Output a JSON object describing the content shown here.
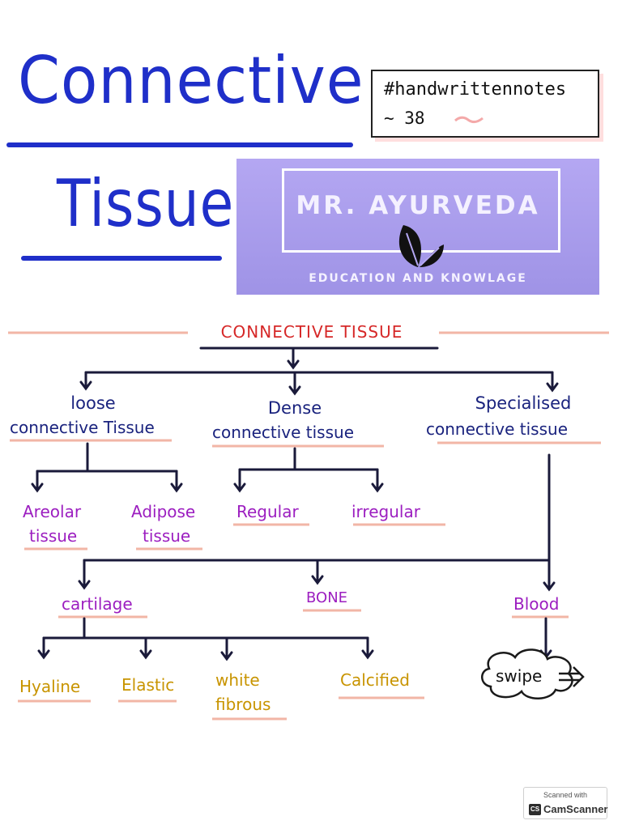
{
  "header": {
    "title_line1": "Connective",
    "title_line2": "Tissue",
    "hashtag": "#handwrittennotes",
    "page_number": "~ 38"
  },
  "logo": {
    "name": "MR. AYURVEDA",
    "tagline": "EDUCATION AND KNOWLAGE"
  },
  "diagram": {
    "root": "CONNECTIVE TISSUE",
    "branches": {
      "loose": {
        "line1": "loose",
        "line2": "connective Tissue"
      },
      "dense": {
        "line1": "Dense",
        "line2": "connective tissue"
      },
      "specialised": {
        "line1": "Specialised",
        "line2": "connective tissue"
      }
    },
    "loose_children": {
      "areolar": {
        "line1": "Areolar",
        "line2": "tissue"
      },
      "adipose": {
        "line1": "Adipose",
        "line2": "tissue"
      }
    },
    "dense_children": {
      "regular": "Regular",
      "irregular": "irregular"
    },
    "specialised_children": {
      "cartilage": "cartilage",
      "bone": "BONE",
      "blood": "Blood"
    },
    "cartilage_children": {
      "hyaline": "Hyaline",
      "elastic": "Elastic",
      "white_fibrous": {
        "line1": "white",
        "line2": "fibrous"
      },
      "calcified": "Calcified"
    },
    "swipe": "swipe"
  },
  "watermark": {
    "scanned_with": "Scanned with",
    "badge": "CS",
    "app": "CamScanner"
  },
  "colors": {
    "title_blue": "#1f2fc9",
    "navy": "#1a237e",
    "purple": "#9c1ec0",
    "gold": "#c89400",
    "red": "#d62828",
    "underline_pink": "#f2b6a6",
    "logo_purple": "#b4a7f2"
  }
}
